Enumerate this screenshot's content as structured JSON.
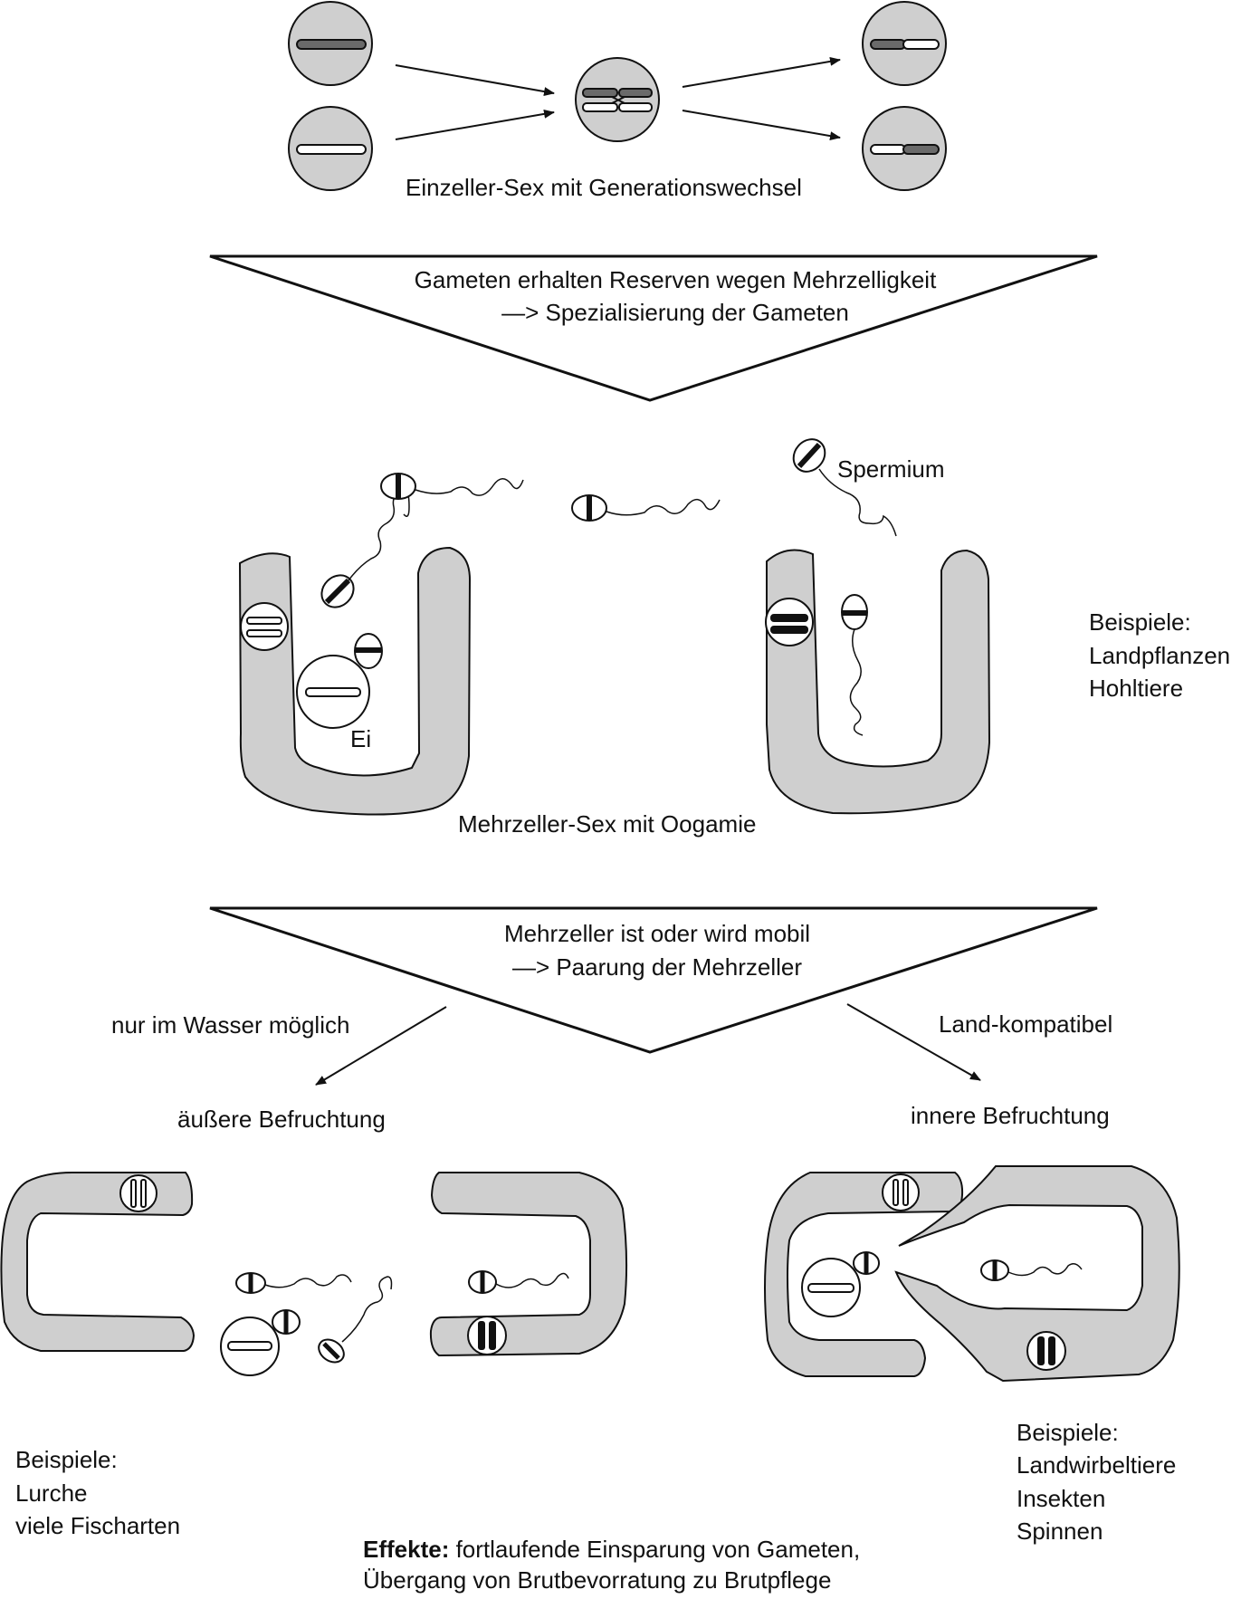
{
  "labels": {
    "stage1_caption": "Einzeller-Sex mit Generationswechsel",
    "funnel1_line1": "Gameten erhalten Reserven wegen Mehrzelligkeit",
    "funnel1_line2": "—> Spezialisierung der Gameten",
    "spermium": "Spermium",
    "ei": "Ei",
    "stage2_caption": "Mehrzeller-Sex mit Oogamie",
    "examples1_title": "Beispiele:",
    "examples1_item1": "Landpflanzen",
    "examples1_item2": "Hohltiere",
    "funnel2_line1": "Mehrzeller ist oder wird mobil",
    "funnel2_line2": "—> Paarung der Mehrzeller",
    "left_branch": "nur im Wasser möglich",
    "right_branch": "Land-kompatibel",
    "left_result": "äußere Befruchtung",
    "right_result": "innere Befruchtung",
    "examples_left_title": "Beispiele:",
    "examples_left_item1": "Lurche",
    "examples_left_item2": "viele Fischarten",
    "examples_right_title": "Beispiele:",
    "examples_right_item1": "Landwirbeltiere",
    "examples_right_item2": "Insekten",
    "examples_right_item3": "Spinnen",
    "effects_bold": "Effekte:",
    "effects_line1": " fortlaufende Einsparung von Gameten,",
    "effects_line2": "Übergang von Brutbevorratung zu Brutpflege"
  },
  "colors": {
    "cell_fill": "#cfcfcf",
    "chromosome_dark": "#6a6a6a",
    "line": "#111111",
    "background": "#ffffff"
  }
}
